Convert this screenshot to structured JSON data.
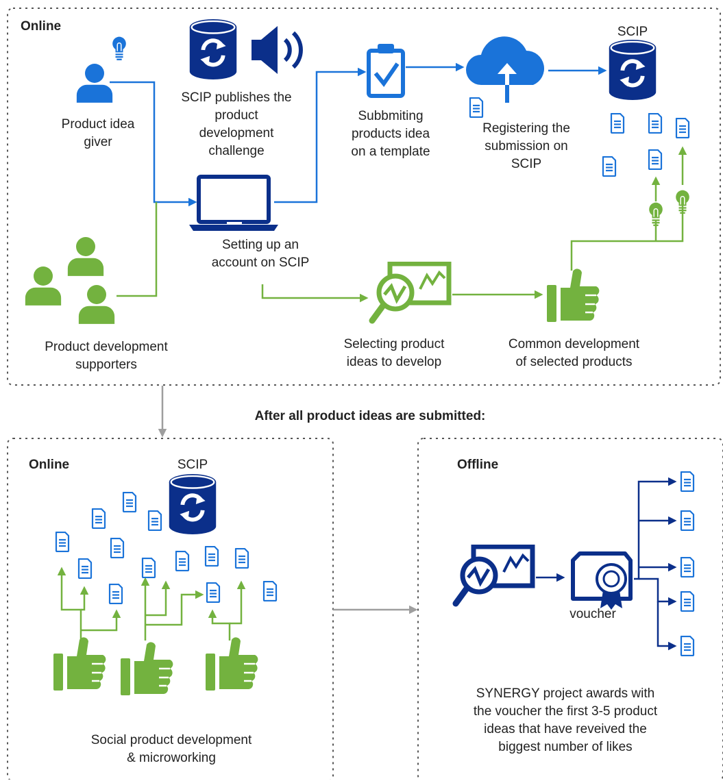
{
  "top_panel": {
    "label": "Online",
    "scip_label": "SCIP",
    "idea_giver": "Product idea\ngiver",
    "supporters": "Product development\nsupporters",
    "publishes": "SCIP publishes the\nproduct\ndevelopment\nchallenge",
    "submitting": "Subbmiting\nproducts idea\non a template",
    "registering": "Registering the\nsubmission on\nSCIP",
    "setting_up": "Setting up an\naccount on SCIP",
    "selecting": "Selecting product\nideas to develop",
    "common_dev": "Common development\nof selected products"
  },
  "middle_caption": "After all product ideas are submitted:",
  "bottom_left_panel": {
    "label": "Online",
    "scip_label": "SCIP",
    "caption": "Social product development\n& microworking"
  },
  "bottom_right_panel": {
    "label": "Offline",
    "voucher_label": "voucher",
    "caption": "SYNERGY project awards with\nthe voucher the first 3-5 product\nideas that have reveived the\nbiggest number of likes"
  },
  "icons": {
    "database": "database-sync-icon",
    "speaker": "speaker-icon",
    "person": "person-icon",
    "group": "people-group-icon",
    "laptop": "laptop-icon",
    "clipboard": "clipboard-check-icon",
    "cloud": "cloud-upload-icon",
    "document": "document-icon",
    "analytics": "analytics-search-icon",
    "thumbs_up": "thumbs-up-icon",
    "lightbulb": "lightbulb-icon",
    "certificate": "certificate-voucher-icon"
  },
  "colors": {
    "navy": "#0B2F8A",
    "blue": "#1A73D9",
    "green": "#73B23F",
    "gray_border": "#555555",
    "gray_arrow": "#9E9E9E",
    "text": "#222222"
  }
}
